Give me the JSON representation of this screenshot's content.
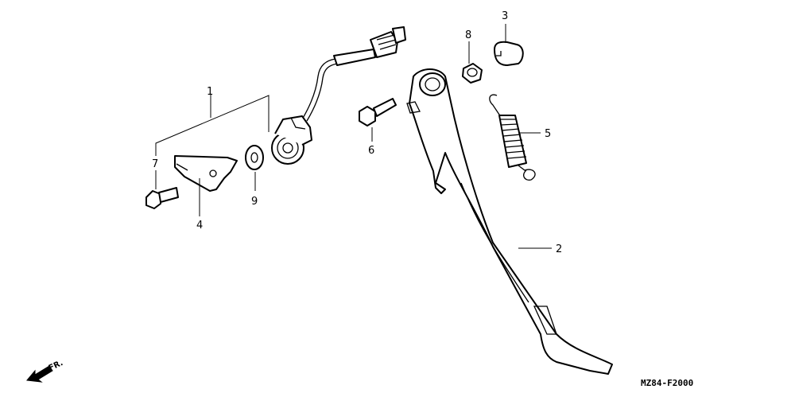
{
  "callouts": {
    "c1": "1",
    "c2": "2",
    "c3": "3",
    "c4": "4",
    "c5": "5",
    "c6": "6",
    "c7": "7",
    "c8": "8",
    "c9": "9"
  },
  "diagram_code": "MZ84-F2000",
  "direction_label": "FR."
}
